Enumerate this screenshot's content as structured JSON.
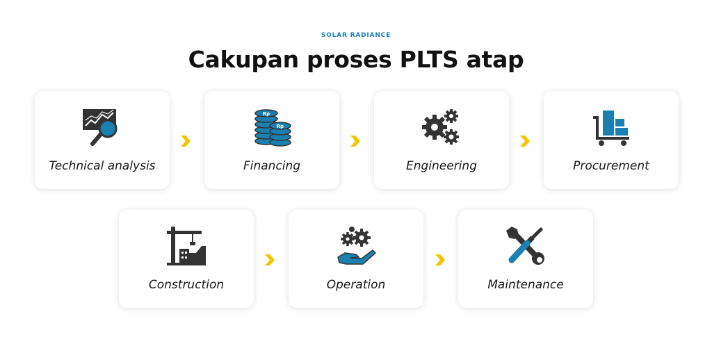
{
  "brand": "SOLAR RADIANCE",
  "title": "Cakupan proses PLTS atap",
  "colors": {
    "accent": "#1b7fb0",
    "dark": "#333333",
    "arrow": "#f5c400"
  },
  "steps": [
    {
      "label": "Technical analysis",
      "icon": "chart-magnifier-icon"
    },
    {
      "label": "Financing",
      "icon": "rupiah-coins-icon"
    },
    {
      "label": "Engineering",
      "icon": "gears-icon"
    },
    {
      "label": "Procurement",
      "icon": "cart-boxes-icon"
    },
    {
      "label": "Construction",
      "icon": "crane-building-icon"
    },
    {
      "label": "Operation",
      "icon": "hand-gears-icon"
    },
    {
      "label": "Maintenance",
      "icon": "wrench-screwdriver-icon"
    }
  ],
  "coin_label": "Rp"
}
